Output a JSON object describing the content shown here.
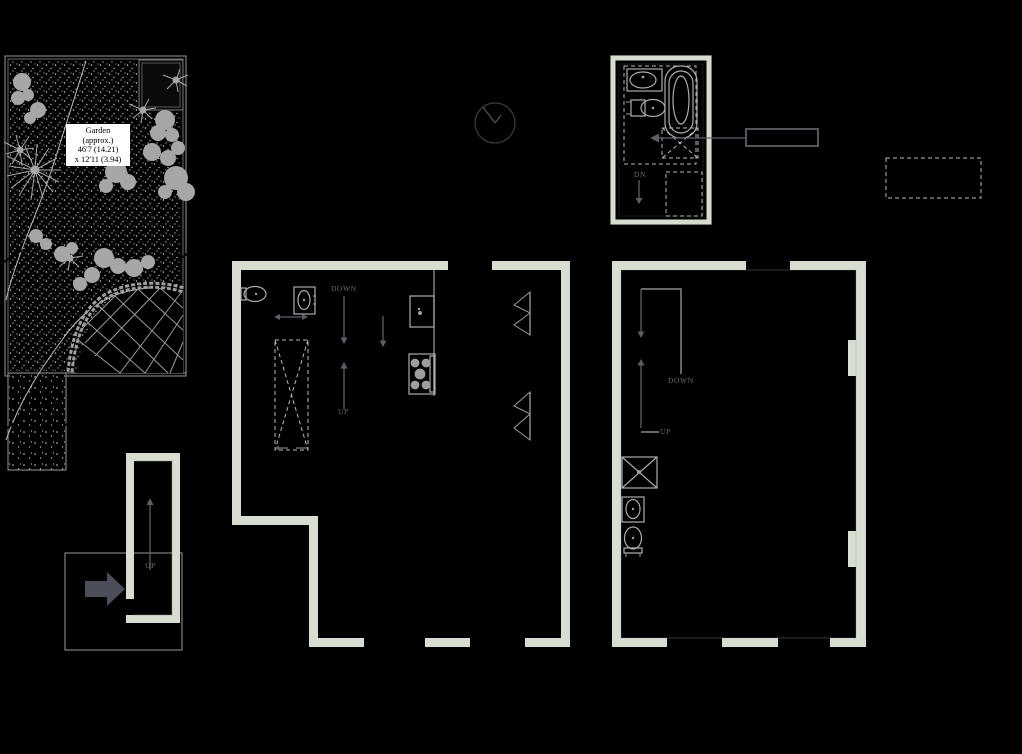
{
  "document": {
    "type": "architectural-floor-plan",
    "background_color": "#000000",
    "wall_color": "#d7ddd0",
    "line_color": "#9a9a9a",
    "annotation_color": "#5d5f68"
  },
  "garden": {
    "label_lines": [
      "Garden",
      "(approx.)",
      "46'7 (14.21)",
      "x 12'11 (3.94)"
    ],
    "name": "Garden"
  },
  "compass": {
    "name": "north-point"
  },
  "annotations": {
    "down": "DOWN",
    "up": "UP",
    "dn": "DN"
  },
  "stair_labels": {
    "middle_down": "DOWN",
    "middle_up": "UP",
    "right_down": "DOWN",
    "right_up": "UP",
    "entrance_up": "UP",
    "bathroom_dn": "DN"
  },
  "callouts": [
    {
      "name": "callout-box-solid",
      "text": ""
    },
    {
      "name": "callout-box-dashed",
      "text": ""
    }
  ],
  "fixtures": {
    "middle": [
      "toilet",
      "wash-basin",
      "kitchen-sink",
      "cooktop"
    ],
    "right": [
      "shower-tray",
      "wash-basin",
      "toilet"
    ],
    "detail": [
      "wash-basin",
      "toilet",
      "bathtub",
      "shower-tray"
    ]
  },
  "entrance": {
    "name": "entrance-arrow"
  }
}
